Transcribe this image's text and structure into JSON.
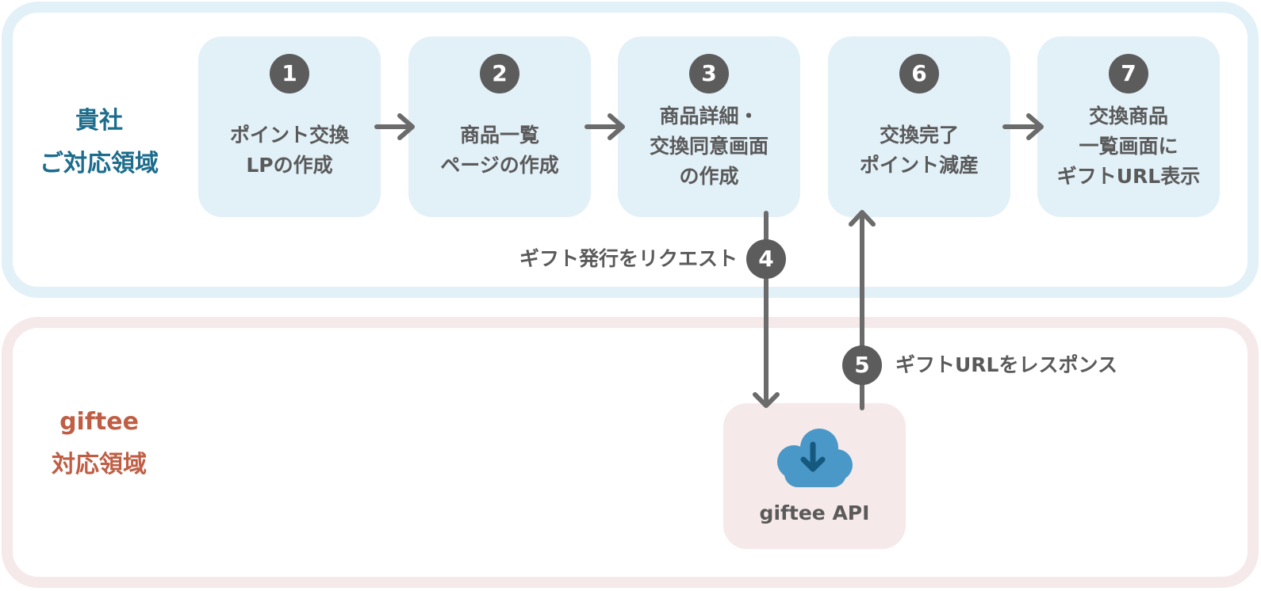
{
  "regions": {
    "client": {
      "label": "貴社\nご対応領域"
    },
    "giftee": {
      "label": "giftee\n対応領域"
    }
  },
  "steps": [
    {
      "number": "1",
      "text": "ポイント交換\nLPの作成"
    },
    {
      "number": "2",
      "text": "商品一覧\nページの作成"
    },
    {
      "number": "3",
      "text": "商品詳細・\n交換同意画面\nの作成"
    },
    {
      "number": "6",
      "text": "交換完了\nポイント減産"
    },
    {
      "number": "7",
      "text": "交換商品\n一覧画面に\nギフトURL表示"
    }
  ],
  "flows": {
    "request": {
      "number": "4",
      "label": "ギフト発行をリクエスト"
    },
    "response": {
      "number": "5",
      "label": "ギフトURLをレスポンス"
    }
  },
  "api": {
    "label": "giftee API",
    "icon": "cloud-download-icon"
  },
  "colors": {
    "client_bg": "#e2f0f8",
    "giftee_bg": "#f6e9e9",
    "client_text": "#1c6c8c",
    "giftee_text": "#bf5e45",
    "marker": "#5c5c5c",
    "cloud": "#4a98c8"
  }
}
